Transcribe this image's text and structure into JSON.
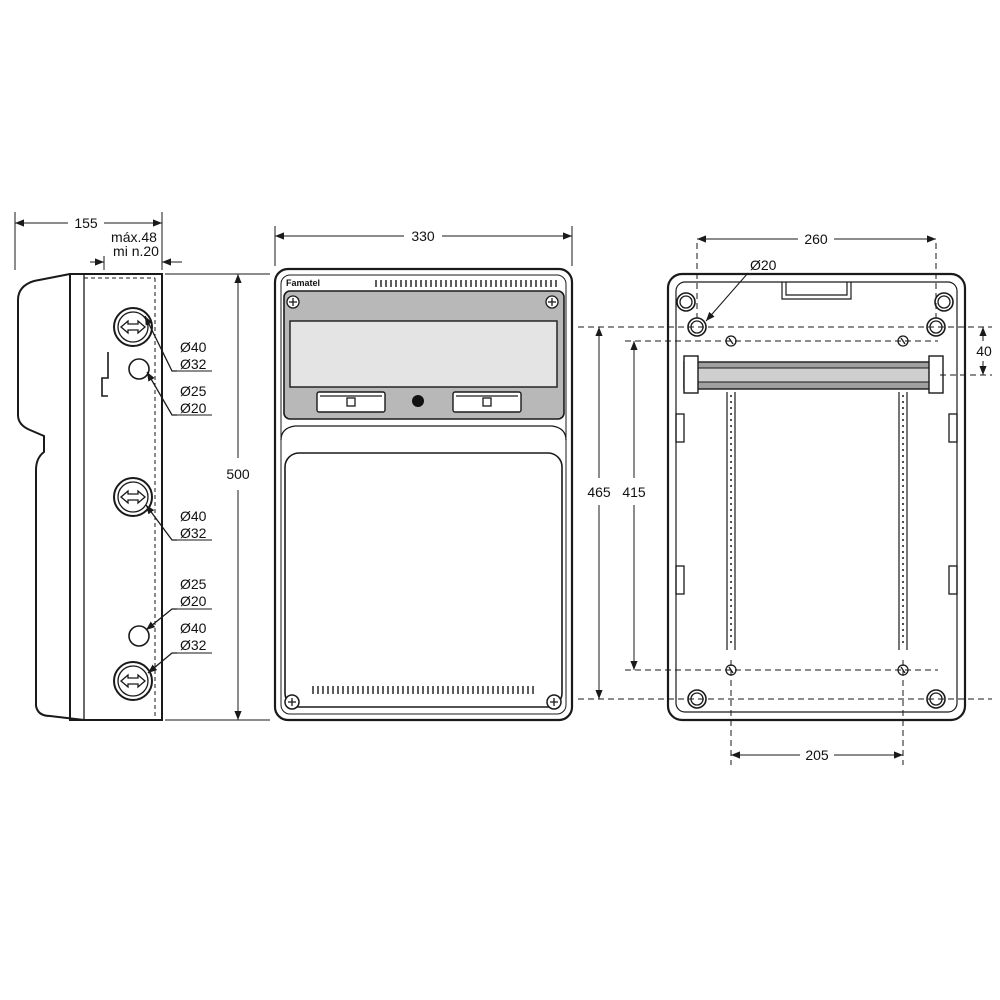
{
  "side_view": {
    "width_label": "155",
    "max_label": "máx.48",
    "min_label": "mi n.20",
    "height_label": "500",
    "callouts": [
      {
        "d1": "Ø40",
        "d2": "Ø32"
      },
      {
        "d1": "Ø25",
        "d2": "Ø20"
      },
      {
        "d1": "Ø40",
        "d2": "Ø32"
      },
      {
        "d1": "Ø25",
        "d2": "Ø20"
      },
      {
        "d1": "Ø40",
        "d2": "Ø32"
      }
    ]
  },
  "front_view": {
    "width_label": "330",
    "brand": "Famatel"
  },
  "back_view": {
    "width_label": "260",
    "hole_label": "Ø20",
    "height_outer_label": "465",
    "height_inner_label": "415",
    "rail_offset_label": "40",
    "rail_spacing_label": "205"
  },
  "colors": {
    "line": "#1a1a1a",
    "panel_fill": "#b8b8b8",
    "window_fill": "#e4e4e4",
    "rail_fill": "#a0a0a0"
  }
}
